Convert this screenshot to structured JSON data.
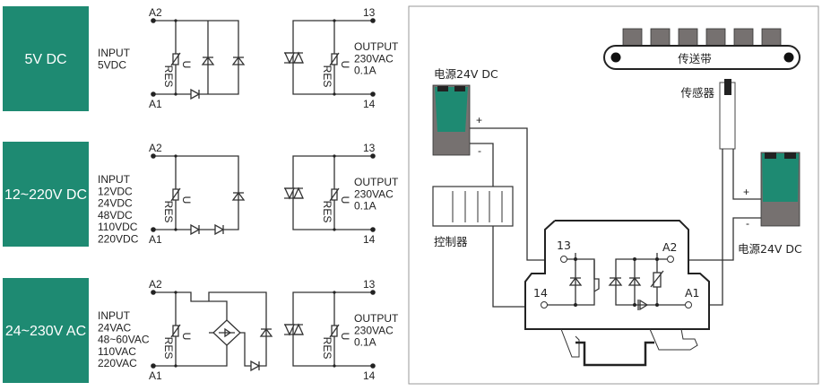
{
  "colors": {
    "teal": "#1e8a72",
    "grey": "#767170",
    "wire": "#333333"
  },
  "variants": [
    {
      "title": "5V DC",
      "input": [
        "INPUT",
        "5VDC"
      ],
      "output": [
        "OUTPUT",
        "230VAC",
        "0.1A"
      ]
    },
    {
      "title": "12~220V DC",
      "input": [
        "INPUT",
        "12VDC",
        "24VDC",
        "48VDC",
        "110VDC",
        "220VDC"
      ],
      "output": [
        "OUTPUT",
        "230VAC",
        "0.1A"
      ]
    },
    {
      "title": "24~230V AC",
      "input": [
        "INPUT",
        "24VAC",
        "48~60VAC",
        "110VAC",
        "220VAC"
      ],
      "output": [
        "OUTPUT",
        "230VAC",
        "0.1A"
      ]
    }
  ],
  "terminals": {
    "a2": "A2",
    "a1": "A1",
    "t13": "13",
    "t14": "14"
  },
  "varistor": {
    "res": "RES",
    "u": "U"
  },
  "application": {
    "conveyor": "传送带",
    "sensor": "传感器",
    "psu_left": "电源24V DC",
    "psu_right": "电源24V DC",
    "controller": "控制器",
    "plus": "+",
    "minus": "-",
    "relay": {
      "t13": "13",
      "t14": "14",
      "a2": "A2",
      "a1": "A1"
    }
  }
}
